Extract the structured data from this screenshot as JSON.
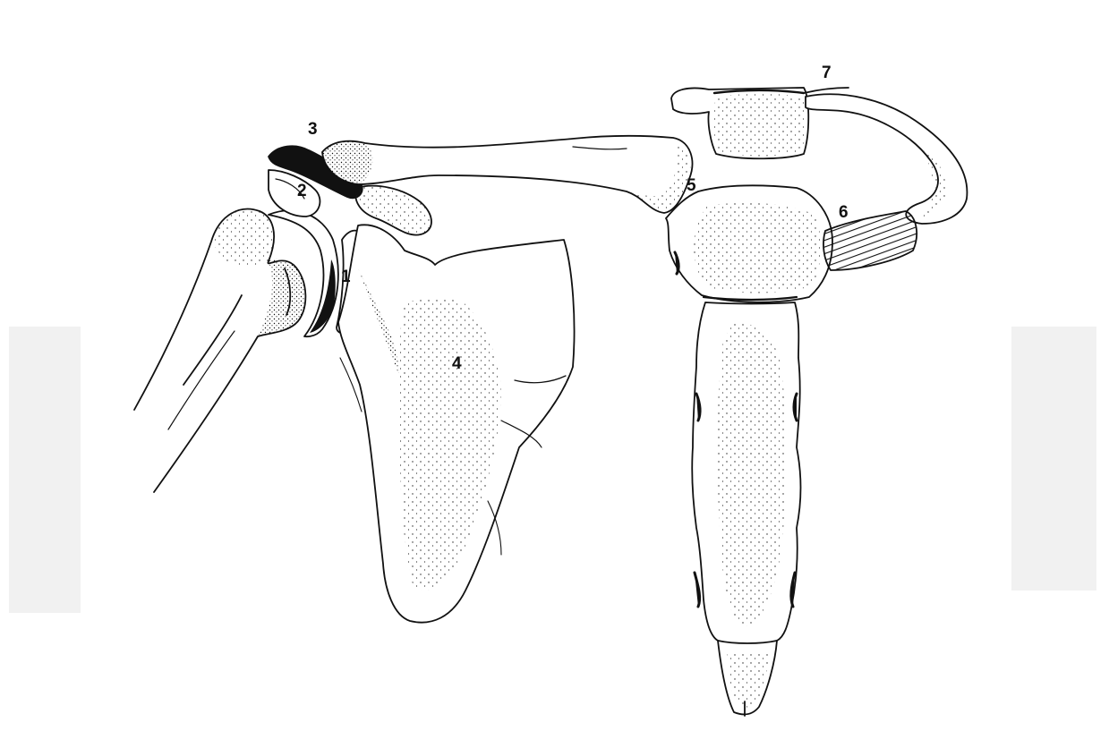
{
  "labels": {
    "l1": "1",
    "l2": "2",
    "l3": "3",
    "l4": "4",
    "l5": "5",
    "l6": "6",
    "l7": "7"
  },
  "colors": {
    "ink": "#111111",
    "paper": "#ffffff",
    "shade": "#ececec"
  }
}
